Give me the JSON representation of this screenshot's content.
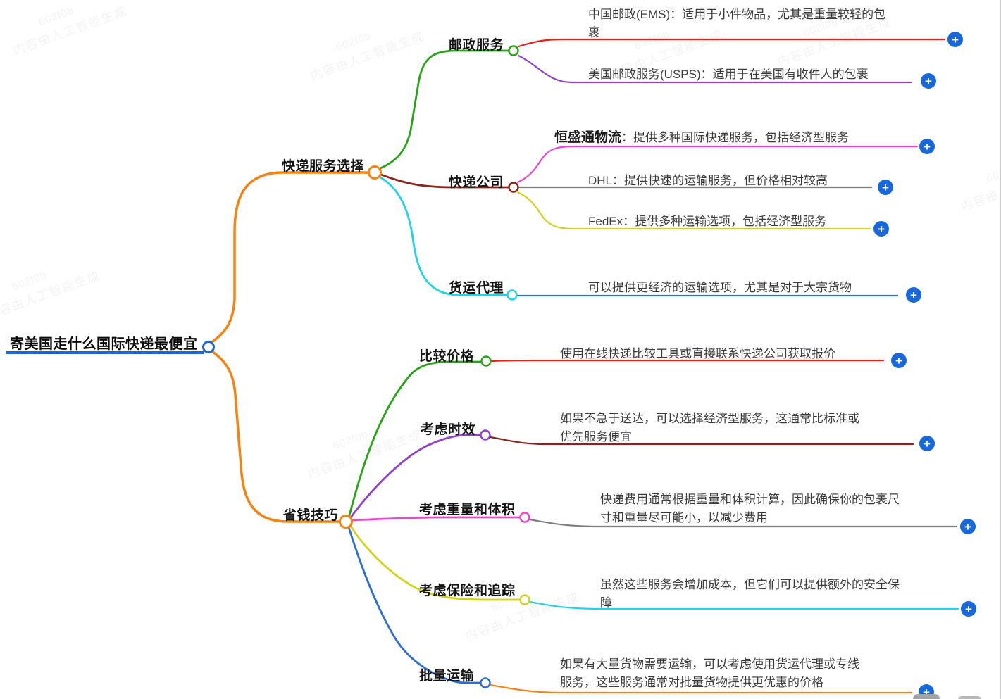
{
  "watermark": {
    "id_text": "602f0b",
    "cn_text": "内容由人工智能生成"
  },
  "icons": {
    "plus": "+"
  },
  "palette": {
    "root_blue": "#1a66d6",
    "orange": "#f8820f",
    "green": "#26a517",
    "maroon": "#8a2318",
    "cyan": "#22d2e6",
    "red": "#e5211b",
    "purple": "#8f41cd",
    "magenta": "#ec46cf",
    "gray": "#7e7e7e",
    "yellow": "#d1d219",
    "blue": "#2e6ed2",
    "plus_blue": "#1768dd"
  },
  "root": {
    "label": "寄美国走什么国际快递最便宜"
  },
  "branches": [
    {
      "label": "快递服务选择",
      "children": [
        {
          "label": "邮政服务",
          "children": [
            {
              "lines": [
                "中国邮政(EMS)：适用于小件物品，尤其是重量较轻的包",
                "裹"
              ]
            },
            {
              "lines": [
                "美国邮政服务(USPS)：适用于在美国有收件人的包裹"
              ]
            }
          ]
        },
        {
          "label": "快递公司",
          "children": [
            {
              "title": "恒盛通物流",
              "lines": [
                "：提供多种国际快递服务，包括经济型服务"
              ]
            },
            {
              "lines": [
                "DHL：提供快速的运输服务，但价格相对较高"
              ]
            },
            {
              "lines": [
                "FedEx：提供多种运输选项，包括经济型服务"
              ]
            }
          ]
        },
        {
          "label": "货运代理",
          "children": [
            {
              "lines": [
                "可以提供更经济的运输选项，尤其是对于大宗货物"
              ]
            }
          ]
        }
      ]
    },
    {
      "label": "省钱技巧",
      "children": [
        {
          "label": "比较价格",
          "children": [
            {
              "lines": [
                "使用在线快递比较工具或直接联系快递公司获取报价"
              ]
            }
          ]
        },
        {
          "label": "考虑时效",
          "children": [
            {
              "lines": [
                "如果不急于送达，可以选择经济型服务，这通常比标准或",
                "优先服务便宜"
              ]
            }
          ]
        },
        {
          "label": "考虑重量和体积",
          "children": [
            {
              "lines": [
                "快递费用通常根据重量和体积计算，因此确保你的包裹尺",
                "寸和重量尽可能小，以减少费用"
              ]
            }
          ]
        },
        {
          "label": "考虑保险和追踪",
          "children": [
            {
              "lines": [
                "虽然这些服务会增加成本，但它们可以提供额外的安全保",
                "障"
              ]
            }
          ]
        },
        {
          "label": "批量运输",
          "children": [
            {
              "lines": [
                "如果有大量货物需要运输，可以考虑使用货运代理或专线",
                "服务，这些服务通常对批量货物提供更优惠的价格"
              ]
            }
          ]
        }
      ]
    }
  ]
}
